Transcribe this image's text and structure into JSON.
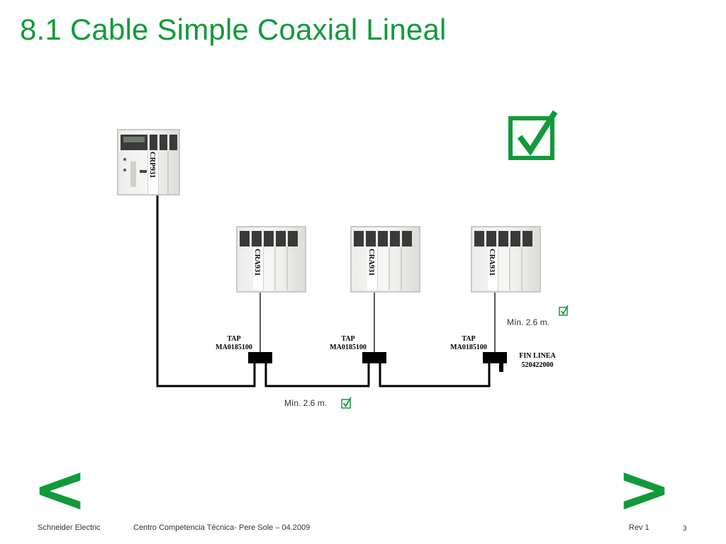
{
  "title": "8.1 Cable Simple Coaxial Lineal",
  "head_module": {
    "label": "CRP931"
  },
  "drops": [
    {
      "module_label": "CRA931",
      "tap_line1": "TAP",
      "tap_line2": "MA0185100"
    },
    {
      "module_label": "CRA931",
      "tap_line1": "TAP",
      "tap_line2": "MA0185100"
    },
    {
      "module_label": "CRA931",
      "tap_line1": "TAP",
      "tap_line2": "MA0185100"
    }
  ],
  "terminator": {
    "line1": "FIN LINEA",
    "line2": "520422000"
  },
  "min_drop_length_label": "Mín. 2.6 m.",
  "min_trunk_length_label": "Mín. 2.6 m.",
  "accent_color": "#119a3a",
  "nav": {
    "prev_label": "<",
    "next_label": ">"
  },
  "footer": {
    "company": "Schneider Electric",
    "center": "Centro Competencia Técnica- Pere Sole – 04.2009",
    "rev": "Rev 1",
    "page": "3"
  }
}
